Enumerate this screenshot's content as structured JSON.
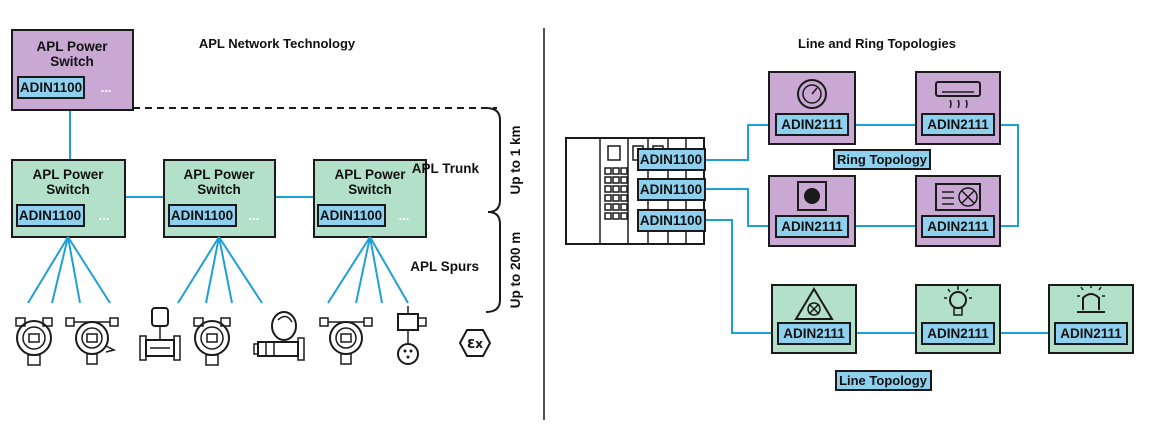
{
  "left": {
    "title": "APL Network Technology",
    "switch_title_line1": "APL Power",
    "switch_title_line2": "Switch",
    "chip_label": "ADIN1100",
    "more_label": "...",
    "trunk_label": "APL Trunk",
    "spurs_label": "APL Spurs",
    "trunk_distance": "Up to 1 km",
    "spur_distance": "Up to 200 m",
    "ex_symbol": "Ɛx"
  },
  "right": {
    "title": "Line and Ring Topologies",
    "controller_ports": [
      "ADIN1100",
      "ADIN1100",
      "ADIN1100"
    ],
    "device_chip_label": "ADIN2111",
    "ring_label": "Ring Topology",
    "line_label": "Line Topology"
  },
  "colors": {
    "switch_green": "#b3e0c8",
    "ring_purple": "#c9a8d4",
    "chip_blue": "#8fd0ee",
    "link_blue": "#1ea0d7",
    "outline": "#1a1a1a"
  },
  "icons": {
    "field_devices": [
      "pressure-transmitter-icon",
      "flow-transmitter-icon",
      "flowmeter-icon",
      "pressure-transmitter-icon",
      "pump-icon",
      "pressure-transmitter-icon",
      "control-valve-icon"
    ],
    "ring_devices": [
      "dial-icon",
      "air-conditioner-icon",
      "thermostat-icon",
      "fan-unit-icon"
    ],
    "line_devices": [
      "fan-icon",
      "light-bulb-icon",
      "beacon-icon"
    ]
  }
}
